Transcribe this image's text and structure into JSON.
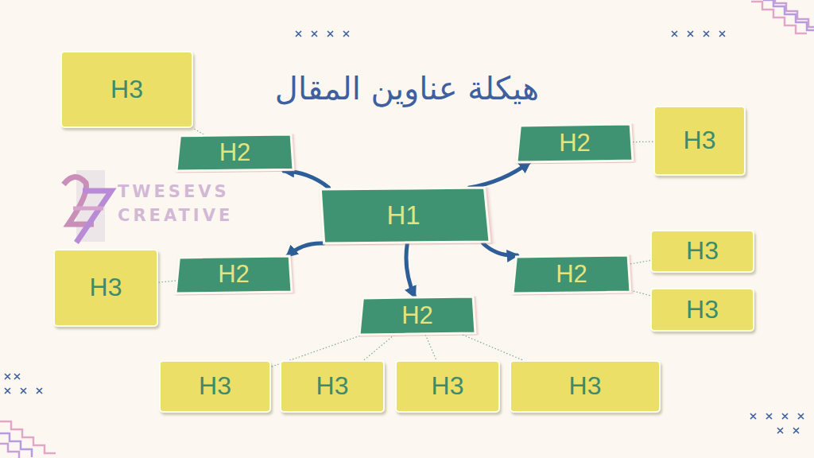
{
  "diagram": {
    "title": "هيكلة عناوين المقال",
    "nodes": [
      {
        "text": [
          "H3"
        ]
      },
      {
        "text": [
          "H2"
        ]
      },
      {
        "text": [
          "H2"
        ]
      },
      {
        "text": [
          "H3"
        ]
      },
      {
        "text": [
          "H1"
        ]
      },
      {
        "text": [
          "H3"
        ]
      },
      {
        "text": [
          "H2"
        ]
      },
      {
        "text": [
          "H2"
        ]
      },
      {
        "text": [
          "H3"
        ]
      },
      {
        "text": [
          "H3"
        ]
      },
      {
        "text": [
          "H2"
        ]
      },
      {
        "text": [
          "H3"
        ]
      },
      {
        "text": [
          "H3"
        ]
      },
      {
        "text": [
          "H3"
        ]
      },
      {
        "text": [
          "H3"
        ]
      }
    ],
    "edges": [
      {
        "from": 4,
        "to": 1,
        "arrow": "to"
      },
      {
        "from": 4,
        "to": 2,
        "arrow": "to"
      },
      {
        "from": 4,
        "to": 6,
        "arrow": "to"
      },
      {
        "from": 4,
        "to": 7,
        "arrow": "to"
      },
      {
        "from": 4,
        "to": 10,
        "arrow": "to"
      },
      {
        "from": 1,
        "to": 0,
        "arrow": "none"
      },
      {
        "from": 2,
        "to": 3,
        "arrow": "none"
      },
      {
        "from": 6,
        "to": 5,
        "arrow": "none"
      },
      {
        "from": 7,
        "to": 8,
        "arrow": "none"
      },
      {
        "from": 7,
        "to": 9,
        "arrow": "none"
      },
      {
        "from": 10,
        "to": 11,
        "arrow": "none"
      },
      {
        "from": 10,
        "to": 12,
        "arrow": "none"
      },
      {
        "from": 10,
        "to": 13,
        "arrow": "none"
      },
      {
        "from": 10,
        "to": 14,
        "arrow": "none"
      }
    ],
    "labels": [
      "TWESEVS CREATIVE"
    ]
  }
}
